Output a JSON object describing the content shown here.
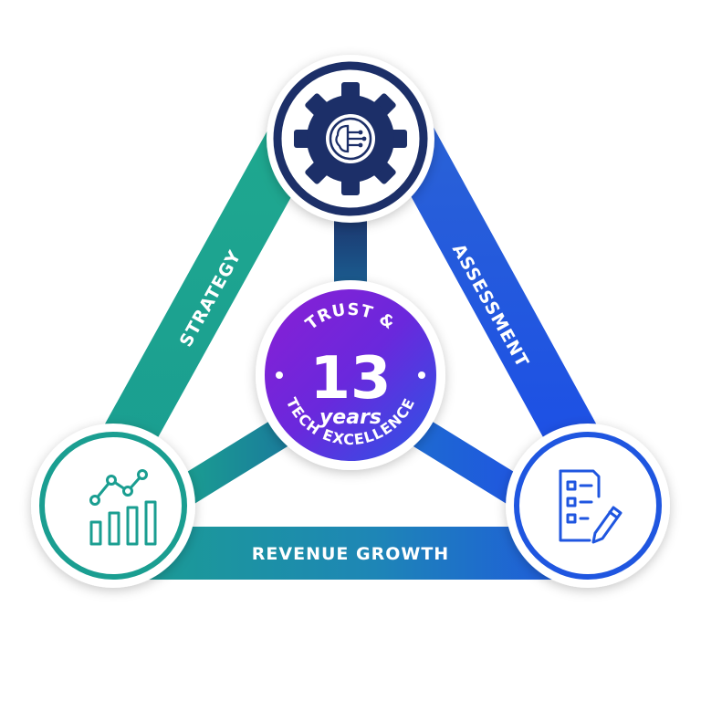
{
  "edges": {
    "left_label": "STRATEGY",
    "right_label": "ASSESSMENT",
    "bottom_label": "REVENUE GROWTH"
  },
  "hub": {
    "top_text": "TRUST &",
    "number": "13",
    "unit": "years",
    "bottom_text": "TECH EXCELLENCE"
  },
  "nodes": {
    "top_icon": "gear-chip-icon",
    "left_icon": "growth-chart-icon",
    "right_icon": "checklist-pencil-icon"
  },
  "colors": {
    "teal": "#1a9e91",
    "blue": "#1f56e0",
    "navy": "#1c2f68",
    "hub_purple": "#7a20d8",
    "hub_blue": "#2a56e6"
  }
}
